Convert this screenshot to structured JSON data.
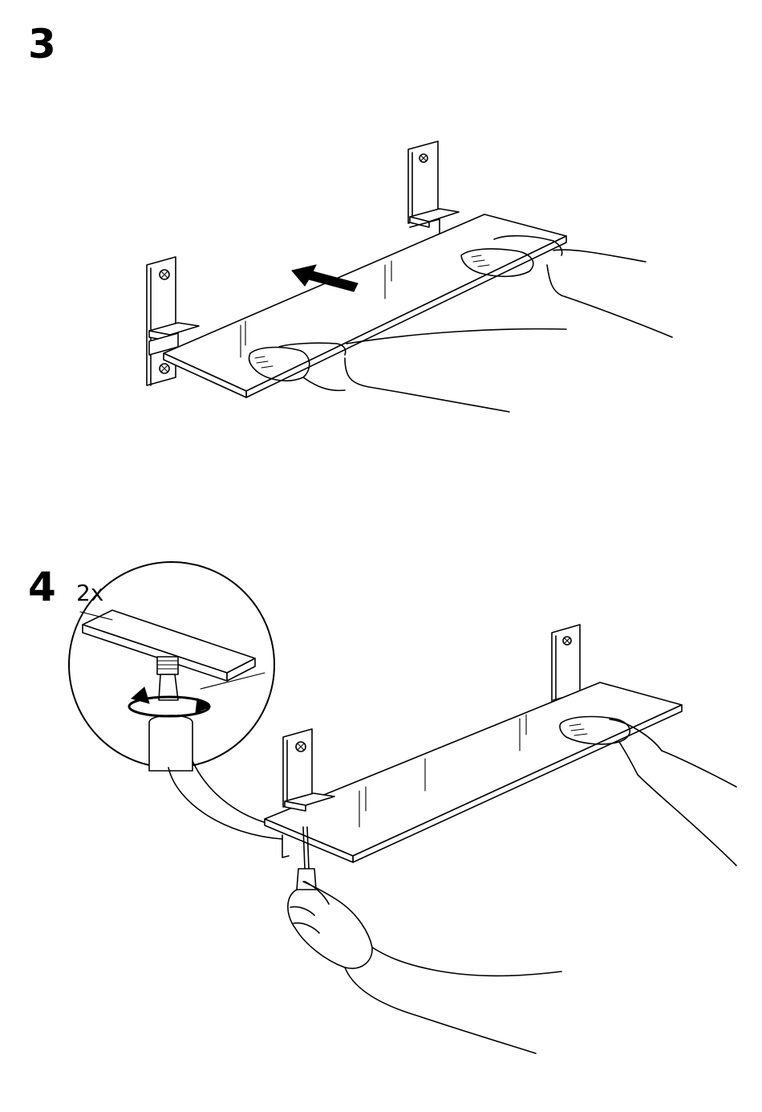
{
  "steps": [
    {
      "number": "3"
    },
    {
      "number": "4",
      "quantity": "2x"
    }
  ]
}
